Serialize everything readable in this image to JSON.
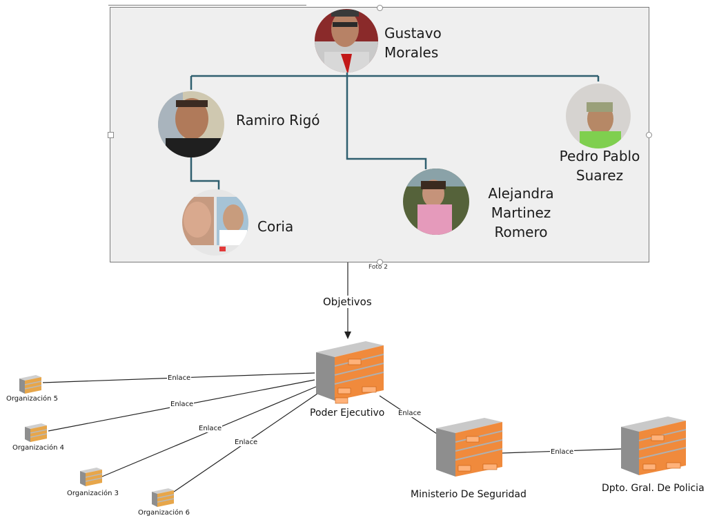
{
  "org_chart": {
    "people": [
      {
        "id": "gustavo",
        "name_lines": [
          "Gustavo",
          "Morales"
        ]
      },
      {
        "id": "ramiro",
        "name_lines": [
          "Ramiro Rigó"
        ]
      },
      {
        "id": "coria",
        "name_lines": [
          "Coria"
        ]
      },
      {
        "id": "alejandra",
        "name_lines": [
          "Alejandra",
          "Martinez",
          "Romero"
        ]
      },
      {
        "id": "pedro",
        "name_lines": [
          "Pedro Pablo",
          "Suarez"
        ]
      }
    ],
    "caption": "Foto 2"
  },
  "flow": {
    "connector_label": "Objetivos"
  },
  "network": {
    "nodes": {
      "poder": "Poder Ejecutivo",
      "ministerio": "Ministerio De Seguridad",
      "dpto": "Dpto. Gral. De Policia",
      "org5": "Organización 5",
      "org4": "Organización 4",
      "org3": "Organización 3",
      "org6": "Organización 6"
    },
    "edge_label": "Enlace",
    "edges": [
      {
        "id": "e-org5",
        "label": "Enlace"
      },
      {
        "id": "e-org4",
        "label": "Enlace"
      },
      {
        "id": "e-org3",
        "label": "Enlace"
      },
      {
        "id": "e-org6",
        "label": "Enlace"
      },
      {
        "id": "e-ministerio",
        "label": "Enlace"
      },
      {
        "id": "e-dpto",
        "label": "Enlace"
      }
    ]
  },
  "colors": {
    "connector": "#2f5f6f",
    "building_orange": "#f08a3c",
    "building_gray": "#9a9a9a"
  }
}
